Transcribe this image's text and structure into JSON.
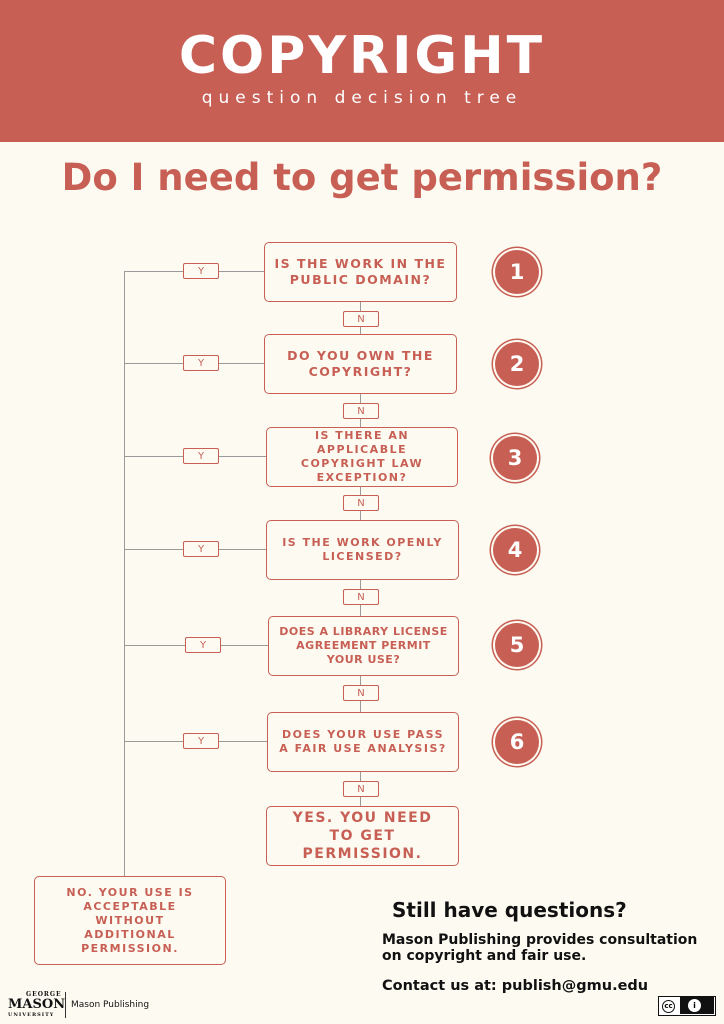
{
  "header": {
    "title": "COPYRIGHT",
    "subtitle": "question decision tree",
    "background_color": "#c75f55"
  },
  "main_question": "Do I need to get permission?",
  "steps": [
    {
      "number": "1",
      "question": "IS THE WORK IN THE PUBLIC DOMAIN?",
      "yes_label": "Y",
      "no_label": "N"
    },
    {
      "number": "2",
      "question": "DO YOU OWN THE COPYRIGHT?",
      "yes_label": "Y",
      "no_label": "N"
    },
    {
      "number": "3",
      "question": "IS THERE AN APPLICABLE COPYRIGHT LAW EXCEPTION?",
      "yes_label": "Y",
      "no_label": "N"
    },
    {
      "number": "4",
      "question": "IS THE WORK OPENLY LICENSED?",
      "yes_label": "Y",
      "no_label": "N"
    },
    {
      "number": "5",
      "question": "DOES A LIBRARY LICENSE AGREEMENT PERMIT YOUR USE?",
      "yes_label": "Y",
      "no_label": "N"
    },
    {
      "number": "6",
      "question": "DOES YOUR USE PASS A FAIR USE ANALYSIS?",
      "yes_label": "Y",
      "no_label": "N"
    }
  ],
  "outcome_yes": "YES. YOU NEED TO GET PERMISSION.",
  "outcome_no": "NO. YOUR USE IS ACCEPTABLE WITHOUT ADDITIONAL PERMISSION.",
  "footer": {
    "still_questions": "Still have questions?",
    "description": "Mason Publishing provides consultation on copyright and fair use.",
    "contact": "Contact us at: publish@gmu.edu",
    "logo_mark": "GEORGE MASON UNIVERSITY",
    "logo_text": "Mason Publishing",
    "license_badge": "CC BY"
  },
  "accent_color": "#c75f55"
}
